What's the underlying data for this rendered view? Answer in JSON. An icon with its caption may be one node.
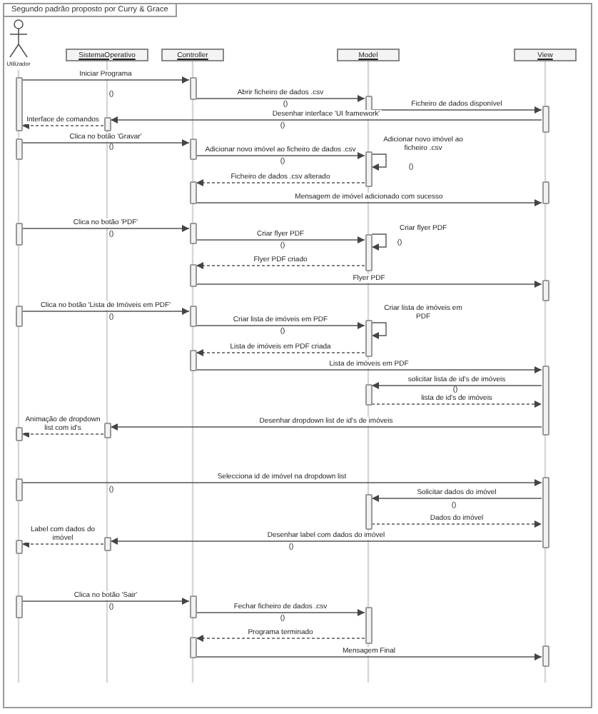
{
  "diagram": {
    "title": "Segundo padrão proposto por Curry & Grace",
    "nodes": [
      {
        "text": [
          "Utilizador"
        ]
      },
      {
        "text": [
          "SistemaOperativo"
        ]
      },
      {
        "text": [
          "Controller"
        ]
      },
      {
        "text": [
          "Model"
        ]
      },
      {
        "text": [
          "View"
        ]
      },
      {
        "text": [],
        "shape": "bar"
      },
      {
        "text": [],
        "shape": "bar"
      },
      {
        "text": [],
        "shape": "bar"
      },
      {
        "text": [],
        "shape": "bar"
      },
      {
        "text": [],
        "shape": "bar"
      },
      {
        "text": [],
        "shape": "bar"
      },
      {
        "text": [],
        "shape": "bar"
      },
      {
        "text": [],
        "shape": "bar"
      },
      {
        "text": [],
        "shape": "bar"
      },
      {
        "text": [],
        "shape": "bar"
      },
      {
        "text": [],
        "shape": "bar"
      },
      {
        "text": [],
        "shape": "bar"
      },
      {
        "text": [],
        "shape": "bar"
      },
      {
        "text": [],
        "shape": "bar"
      },
      {
        "text": [],
        "shape": "bar"
      },
      {
        "text": [],
        "shape": "bar"
      },
      {
        "text": [],
        "shape": "bar"
      },
      {
        "text": [],
        "shape": "bar"
      },
      {
        "text": [],
        "shape": "bar"
      },
      {
        "text": [],
        "shape": "bar"
      },
      {
        "text": [],
        "shape": "bar"
      },
      {
        "text": [],
        "shape": "bar"
      },
      {
        "text": [],
        "shape": "bar"
      },
      {
        "text": [],
        "shape": "bar"
      },
      {
        "text": [],
        "shape": "bar"
      },
      {
        "text": [],
        "shape": "bar"
      },
      {
        "text": [],
        "shape": "bar"
      },
      {
        "text": [],
        "shape": "bar"
      },
      {
        "text": [],
        "shape": "bar"
      },
      {
        "text": [],
        "shape": "bar"
      },
      {
        "text": [],
        "shape": "bar"
      },
      {
        "text": [],
        "shape": "bar"
      },
      {
        "text": [],
        "shape": "bar"
      }
    ],
    "edges": [
      {
        "from": 5,
        "to": 6,
        "arrow": "to",
        "label": "Iniciar Programa"
      },
      {
        "from": 6,
        "to": 7,
        "arrow": "to",
        "label": "Abrir ficheiro de dados .csv"
      },
      {
        "from": 7,
        "to": 8,
        "arrow": "to",
        "label": "Ficheiro de dados disponível"
      },
      {
        "from": 8,
        "to": 9,
        "arrow": "to",
        "label": "Desenhar interface 'UI framework'"
      },
      {
        "from": 9,
        "to": 5,
        "arrow": "to",
        "label": "Interface de comandos",
        "style": "dashed"
      },
      {
        "from": 10,
        "to": 11,
        "arrow": "to",
        "label": "Clica no botão 'Gravar'"
      },
      {
        "from": 11,
        "to": 12,
        "arrow": "to",
        "label": "Adicionar novo imóvel ao ficheiro de dados .csv"
      },
      {
        "from": 12,
        "to": 12,
        "arrow": "to",
        "label": "Adicionar novo imóvel ao ficheiro .csv"
      },
      {
        "from": 12,
        "to": 13,
        "arrow": "to",
        "label": "Ficheiro de dados .csv alterado",
        "style": "dashed"
      },
      {
        "from": 13,
        "to": 14,
        "arrow": "to",
        "label": "Mensagem de imóvel adicionado com sucesso"
      },
      {
        "from": 15,
        "to": 16,
        "arrow": "to",
        "label": "Clica no botão 'PDF'"
      },
      {
        "from": 16,
        "to": 17,
        "arrow": "to",
        "label": "Criar flyer PDF"
      },
      {
        "from": 17,
        "to": 17,
        "arrow": "to",
        "label": "Criar flyer PDF"
      },
      {
        "from": 17,
        "to": 18,
        "arrow": "to",
        "label": "Flyer PDF criado",
        "style": "dashed"
      },
      {
        "from": 18,
        "to": 19,
        "arrow": "to",
        "label": "Flyer PDF"
      },
      {
        "from": 20,
        "to": 21,
        "arrow": "to",
        "label": "Clica no botão 'Lista de Imóveis em PDF'"
      },
      {
        "from": 21,
        "to": 22,
        "arrow": "to",
        "label": "Criar lista de imóveis em PDF"
      },
      {
        "from": 22,
        "to": 22,
        "arrow": "to",
        "label": "Criar lista de imóveis em PDF"
      },
      {
        "from": 22,
        "to": 23,
        "arrow": "to",
        "label": "Lista de imóveis em PDF criada",
        "style": "dashed"
      },
      {
        "from": 23,
        "to": 24,
        "arrow": "to",
        "label": "Lista de imóveis em PDF"
      },
      {
        "from": 24,
        "to": 25,
        "arrow": "to",
        "label": "solicitar lista de id's de imóveis"
      },
      {
        "from": 25,
        "to": 24,
        "arrow": "to",
        "label": "lista de id's de imóveis",
        "style": "dashed"
      },
      {
        "from": 24,
        "to": 26,
        "arrow": "to",
        "label": "Desenhar dropdown list de id's de imóveis"
      },
      {
        "from": 26,
        "to": 27,
        "arrow": "to",
        "label": "Animação de dropdown list com id's",
        "style": "dashed"
      },
      {
        "from": 29,
        "to": 28,
        "arrow": "to",
        "label": "Selecciona id de imóvel na dropdown list"
      },
      {
        "from": 28,
        "to": 30,
        "arrow": "to",
        "label": "Solicitar dados do imóvel"
      },
      {
        "from": 30,
        "to": 28,
        "arrow": "to",
        "label": "Dados do imóvel",
        "style": "dashed"
      },
      {
        "from": 28,
        "to": 31,
        "arrow": "to",
        "label": "Desenhar label com dados do imóvel"
      },
      {
        "from": 31,
        "to": 32,
        "arrow": "to",
        "label": "Label com dados do imóvel",
        "style": "dashed"
      },
      {
        "from": 33,
        "to": 34,
        "arrow": "to",
        "label": "Clica no botão 'Sair'"
      },
      {
        "from": 34,
        "to": 35,
        "arrow": "to",
        "label": "Fechar ficheiro de dados .csv"
      },
      {
        "from": 35,
        "to": 36,
        "arrow": "to",
        "label": "Programa terminado",
        "style": "dashed"
      },
      {
        "from": 36,
        "to": 37,
        "arrow": "to",
        "label": "Mensagem Final"
      }
    ],
    "labels": [
      "()",
      "()",
      "()",
      "()",
      "()",
      "()",
      "()",
      "()",
      "()",
      "()",
      "()",
      "()",
      "()",
      "()",
      "()",
      "()",
      "()"
    ]
  }
}
